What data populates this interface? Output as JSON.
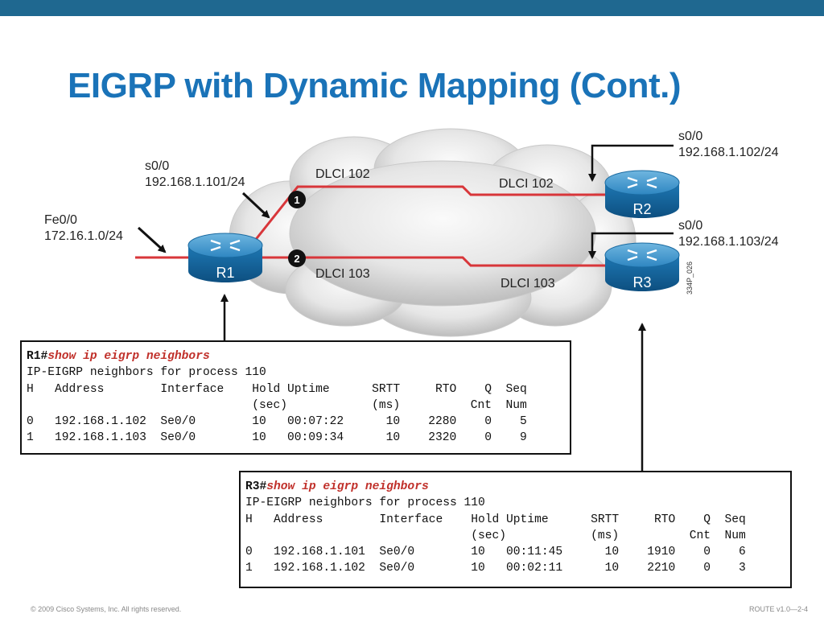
{
  "slide": {
    "title": "EIGRP with Dynamic Mapping (Cont.)",
    "footer_left": "© 2009 Cisco Systems, Inc. All rights reserved.",
    "footer_right": "ROUTE v1.0—2-4",
    "figure_id": "334P_026"
  },
  "routers": {
    "r1": "R1",
    "r2": "R2",
    "r3": "R3"
  },
  "labels": {
    "fe0": [
      "Fe0/0",
      "172.16.1.0/24"
    ],
    "r1_s0": [
      "s0/0",
      "192.168.1.101/24"
    ],
    "r2_s0": [
      "s0/0",
      "192.168.1.102/24"
    ],
    "r3_s0": [
      "s0/0",
      "192.168.1.103/24"
    ],
    "dlci_top_left": "DLCI 102",
    "dlci_top_right": "DLCI 102",
    "dlci_bottom_left": "DLCI 103",
    "dlci_bottom_right": "DLCI 103",
    "marker_1": "1",
    "marker_2": "2"
  },
  "colors": {
    "header_bar": "#1f6890",
    "title": "#1a73b8",
    "link": "#d8363a",
    "command": "#c0302a"
  },
  "r1_output": {
    "prompt": "R1#",
    "command": "show ip eigrp neighbors",
    "line1": "IP-EIGRP neighbors for process 110",
    "header1": [
      "H",
      "Address",
      "Interface",
      "Hold",
      "Uptime",
      "SRTT",
      "RTO",
      "Q",
      "Seq"
    ],
    "header2": [
      "",
      "",
      "",
      "(sec)",
      "",
      "(ms)",
      "",
      "Cnt",
      "Num"
    ],
    "rows": [
      [
        "0",
        "192.168.1.102",
        "Se0/0",
        "10",
        "00:07:22",
        "10",
        "2280",
        "0",
        "5"
      ],
      [
        "1",
        "192.168.1.103",
        "Se0/0",
        "10",
        "00:09:34",
        "10",
        "2320",
        "0",
        "9"
      ]
    ]
  },
  "r3_output": {
    "prompt": "R3#",
    "command": "show ip eigrp neighbors",
    "line1": "IP-EIGRP neighbors for process 110",
    "header1": [
      "H",
      "Address",
      "Interface",
      "Hold",
      "Uptime",
      "SRTT",
      "RTO",
      "Q",
      "Seq"
    ],
    "header2": [
      "",
      "",
      "",
      "(sec)",
      "",
      "(ms)",
      "",
      "Cnt",
      "Num"
    ],
    "rows": [
      [
        "0",
        "192.168.1.101",
        "Se0/0",
        "10",
        "00:11:45",
        "10",
        "1910",
        "0",
        "6"
      ],
      [
        "1",
        "192.168.1.102",
        "Se0/0",
        "10",
        "00:02:11",
        "10",
        "2210",
        "0",
        "3"
      ]
    ]
  }
}
